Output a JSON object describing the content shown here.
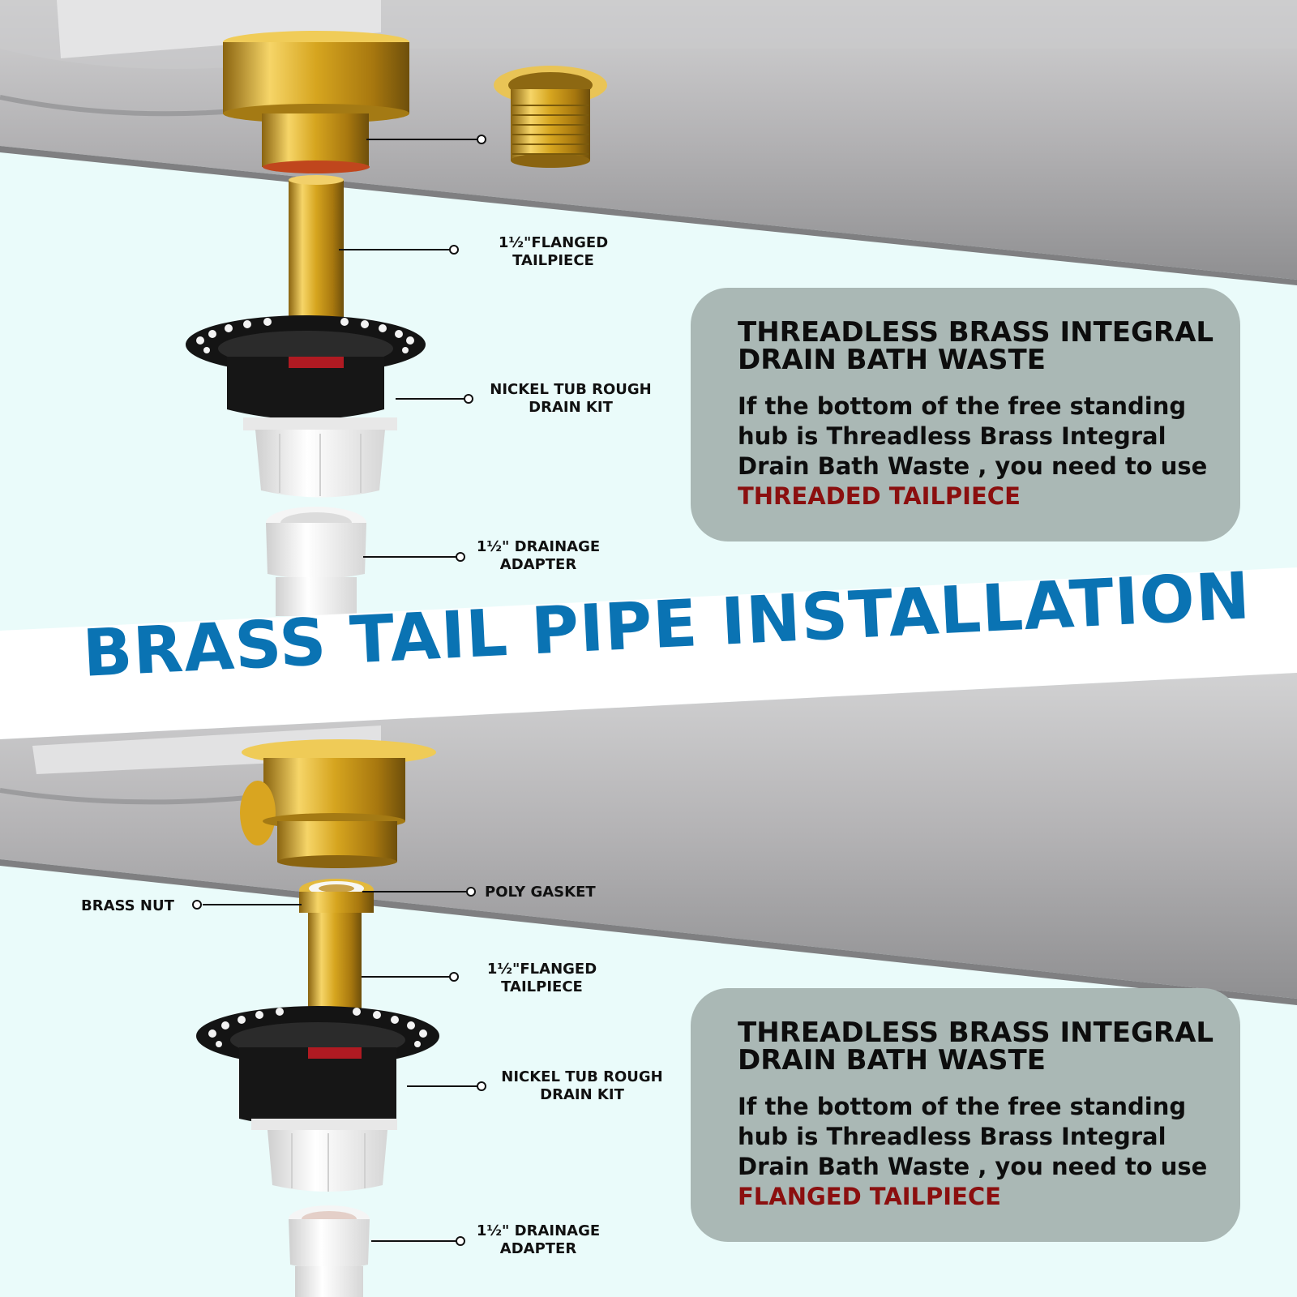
{
  "banner": {
    "title": "BRASS TAIL PIPE INSTALLATION"
  },
  "top_section": {
    "labels": {
      "flanged_tailpiece": [
        "1½\"FLANGED",
        "TAILPIECE"
      ],
      "tub_rough_kit": [
        "NICKEL TUB ROUGH",
        "DRAIN KIT"
      ],
      "drainage_adapter": [
        "1½\" DRAINAGE",
        "ADAPTER"
      ]
    },
    "card": {
      "title": "THREADLESS BRASS INTEGRAL DRAIN BATH WASTE",
      "body": "If the bottom of the free standing hub is Threadless Brass Integral Drain Bath Waste , you need to use",
      "highlight": "THREADED TAILPIECE"
    }
  },
  "bottom_section": {
    "labels": {
      "brass_nut": "BRASS NUT",
      "poly_gasket": "POLY GASKET",
      "flanged_tailpiece": [
        "1½\"FLANGED",
        "TAILPIECE"
      ],
      "tub_rough_kit": [
        "NICKEL TUB ROUGH",
        "DRAIN KIT"
      ],
      "drainage_adapter": [
        "1½\" DRAINAGE",
        "ADAPTER"
      ]
    },
    "card": {
      "title": "THREADLESS BRASS INTEGRAL DRAIN BATH WASTE",
      "body": "If the bottom of the free standing hub is Threadless Brass Integral Drain Bath Waste , you need to use",
      "highlight": "FLANGED TAILPIECE"
    }
  },
  "colors": {
    "background": "#eafbfa",
    "brass": "#d9a520",
    "banner_text": "#0a73b3",
    "card_bg": "#aab8b5",
    "highlight": "#8b0f0f",
    "tub_steel": "#b9b9bb"
  }
}
